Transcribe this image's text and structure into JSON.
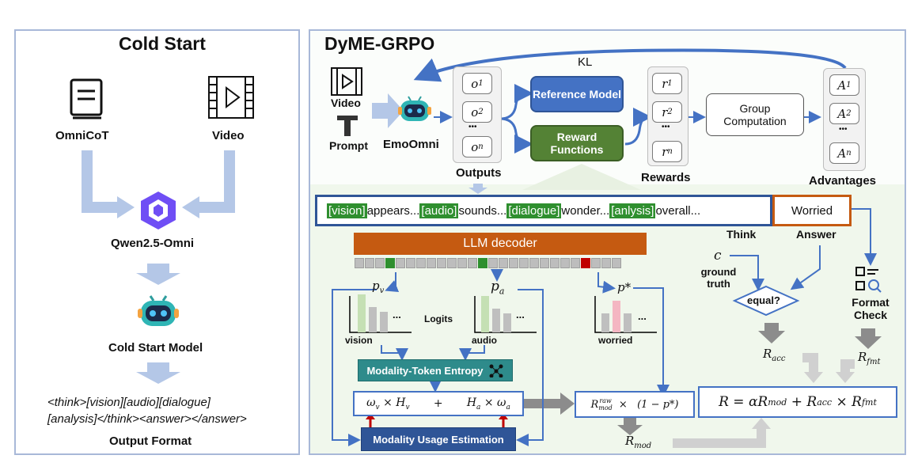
{
  "left": {
    "title": "Cold Start",
    "omnicot": "OmniCoT",
    "video": "Video",
    "qwen": "Qwen2.5-Omni",
    "cold_model": "Cold Start Model",
    "format_line1": "<think>[vision][audio][dialogue]",
    "format_line2": "[analysis]</think><answer></answer>",
    "output_format": "Output Format"
  },
  "right": {
    "title": "DyME-GRPO",
    "kl": "KL",
    "video": "Video",
    "prompt": "Prompt",
    "emoomni": "EmoOmni",
    "outputs_label": "Outputs",
    "outputs": [
      "o",
      "o",
      "o"
    ],
    "output_subs": [
      "1",
      "2",
      "n"
    ],
    "dots": "•••",
    "ref_model": "Reference Model",
    "reward_fn": "Reward Functions",
    "rewards_label": "Rewards",
    "rewards": [
      "r",
      "r",
      "r"
    ],
    "reward_subs": [
      "1",
      "2",
      "n"
    ],
    "group_comp": "Group Computation",
    "advantages_label": "Advantages",
    "advantages": [
      "A",
      "A",
      "A"
    ],
    "adv_subs": [
      "1",
      "2",
      "n"
    ],
    "seq": {
      "t1": "[vision]",
      "w1": " appears...",
      "t2": "[audio]",
      "w2": " sounds...",
      "t3": "[dialogue]",
      "w3": " wonder...",
      "t4": "[anlysis]",
      "w4": " overall..."
    },
    "answer_word": "Worried",
    "think": "Think",
    "answer": "Answer",
    "decoder": "LLM decoder",
    "pv": "p",
    "pv_sub": "v",
    "pa": "p",
    "pa_sub": "a",
    "pstar": "p*",
    "logits": "Logits",
    "ellipsis": "...",
    "vision": "vision",
    "audio": "audio",
    "worried": "worried",
    "c": "c",
    "ground_truth": "ground truth",
    "equal": "equal?",
    "format_check": "Format Check",
    "entropy": "Modality-Token Entropy",
    "usage": "Modality Usage Estimation",
    "eq_left": "ω",
    "eq_left_sub": "v",
    "eq_hv": "× H",
    "eq_hv_sub": "v",
    "plus": "+",
    "eq_ha": "H",
    "eq_ha_sub": "a",
    "eq_wa": "× ω",
    "eq_wa_sub": "a",
    "rmod_raw": "R",
    "rmod_raw_sup": "raw",
    "rmod_raw_sub": "mod",
    "times_factor": "×   (1 − p*)",
    "r_acc": "R",
    "r_acc_sub": "acc",
    "r_fmt": "R",
    "r_fmt_sub": "fmt",
    "r_mod": "R",
    "r_mod_sub": "mod",
    "final_eq": "R = αR",
    "final_mod_sub": "mod",
    "final_plus": " + R",
    "final_acc_sub": "acc",
    "final_times": " × R",
    "final_fmt_sub": "fmt"
  },
  "colors": {
    "blue": "#4472c4",
    "green": "#548235",
    "orange": "#c55a11",
    "teal": "#2e8b8b",
    "arrow_light": "#b4c7e7",
    "gray_arrow": "#7f7f7f"
  }
}
